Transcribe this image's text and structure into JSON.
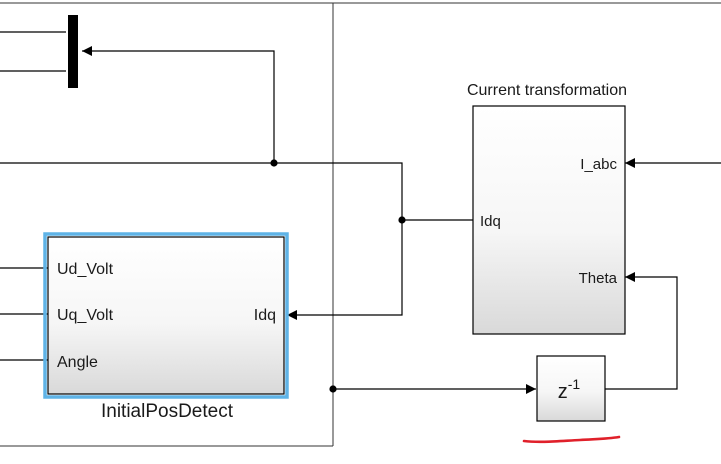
{
  "blocks": {
    "initial_pos_detect": {
      "name": "InitialPosDetect",
      "inports": [
        "Ud_Volt",
        "Uq_Volt",
        "Angle"
      ],
      "outports": [
        "Idq"
      ],
      "selected": true
    },
    "current_transformation": {
      "name": "Current transformation",
      "inports": [
        "Idq"
      ],
      "outports": [
        "I_abc",
        "Theta"
      ]
    },
    "unit_delay": {
      "base": "z",
      "exponent": "-1"
    },
    "mux_bar": {}
  },
  "colors": {
    "selection": "#5fb3e6",
    "annotation": "#e0202a",
    "line": "#000000"
  }
}
